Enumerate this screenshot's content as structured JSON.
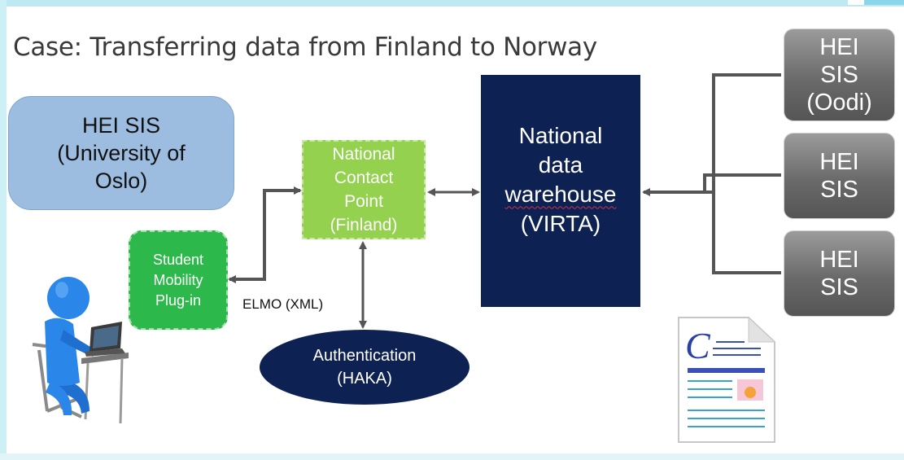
{
  "title": "Case: Transferring data from Finland to Norway",
  "nodes": {
    "hei_oslo": [
      "HEI SIS",
      "(University of",
      "Oslo)"
    ],
    "national_contact_point": [
      "National",
      "Contact",
      "Point",
      "(Finland)"
    ],
    "student_mobility_plugin": [
      "Student",
      "Mobility",
      "Plug-in"
    ],
    "national_data_warehouse": [
      "National",
      "data",
      "warehouse",
      "(VIRTA)"
    ],
    "authentication": [
      "Authentication",
      "(HAKA)"
    ],
    "hei_oodi": [
      "HEI",
      "SIS",
      "(Oodi)"
    ],
    "hei_2": [
      "HEI",
      "SIS"
    ],
    "hei_3": [
      "HEI",
      "SIS"
    ]
  },
  "edge_labels": {
    "elmo": "ELMO (XML)"
  },
  "icons": [
    "person-at-laptop-icon",
    "document-icon"
  ],
  "colors": {
    "hei_oslo": "#9cbde0",
    "national_contact_point": "#93d14f",
    "student_mobility_plugin": "#2cb84a",
    "national_data_warehouse": "#0e2153",
    "authentication": "#0e2153",
    "hei_right": "#6a6a6a",
    "connector": "#555555"
  }
}
